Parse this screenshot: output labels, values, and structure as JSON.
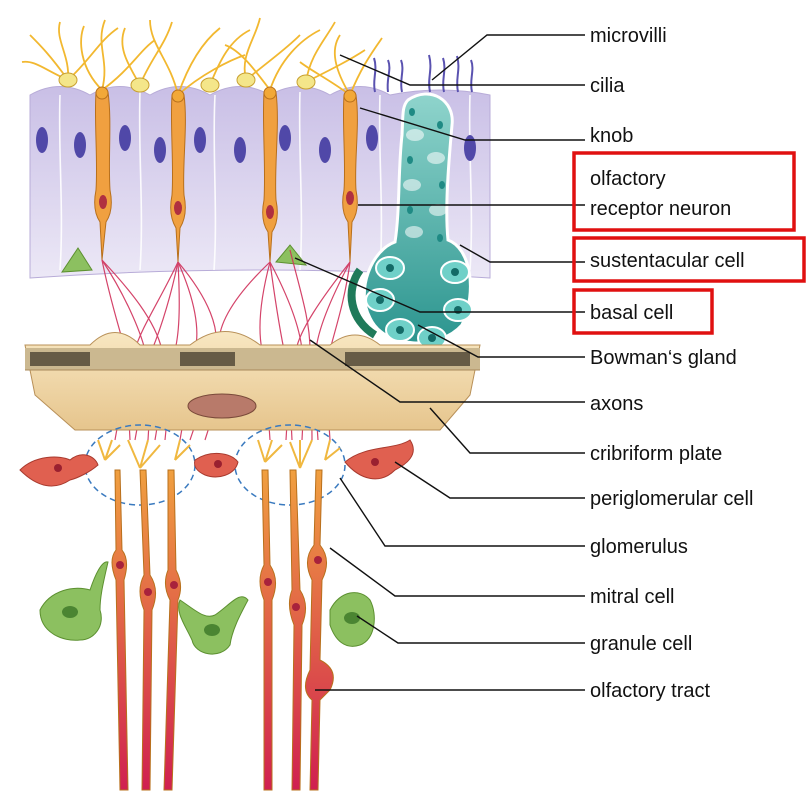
{
  "labels": {
    "microvilli": "microvilli",
    "cilia": "cilia",
    "knob": "knob",
    "olfactory_receptor_neuron_1": "olfactory",
    "olfactory_receptor_neuron_2": "receptor neuron",
    "sustentacular_cell": "sustentacular cell",
    "basal_cell": "basal cell",
    "bowmans_gland": "Bowman‘s gland",
    "axons": "axons",
    "cribriform_plate": "cribriform plate",
    "periglomerular_cell": "periglomerular cell",
    "glomerulus": "glomerulus",
    "mitral_cell": "mitral cell",
    "granule_cell": "granule cell",
    "olfactory_tract": "olfactory tract"
  },
  "highlighted": [
    "olfactory receptor neuron",
    "sustentacular cell",
    "basal cell"
  ],
  "colors": {
    "highlight_box": "#e01010",
    "epithelium": "#cfc6e8",
    "receptor_neuron": "#f0a040",
    "cilia": "#f2c040",
    "bowmans_gland": "#3aa5a0",
    "axons": "#d0305a",
    "cribriform_plate": "#f3dcae",
    "periglomerular_cell": "#e06050",
    "mitral_cell": "#f0a040",
    "granule_cell": "#8cc060"
  }
}
